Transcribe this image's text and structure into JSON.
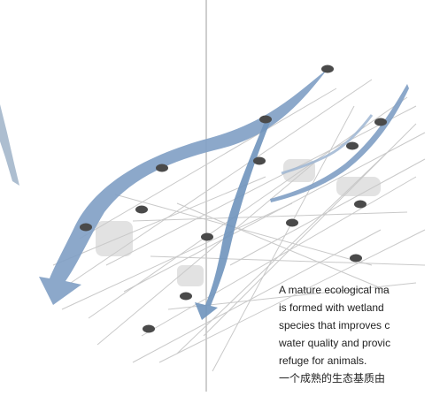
{
  "diagram": {
    "nodes": [
      "n1",
      "n2",
      "n3",
      "n4",
      "n5",
      "n6",
      "n7",
      "n8",
      "n9",
      "n10",
      "n11",
      "n12",
      "n13"
    ],
    "colors": {
      "arrow": "#7f9fc4",
      "arrow_dark": "#5f86b3",
      "node": "#4a4a4a",
      "fiber": "#c9c9c9",
      "divider": "#bdbdbd"
    }
  },
  "caption": {
    "lines": [
      "A mature ecological ma",
      "is formed with wetland",
      "species that improves c",
      "water quality and provic",
      "refuge for animals.",
      "一个成熟的生态基质由"
    ]
  }
}
